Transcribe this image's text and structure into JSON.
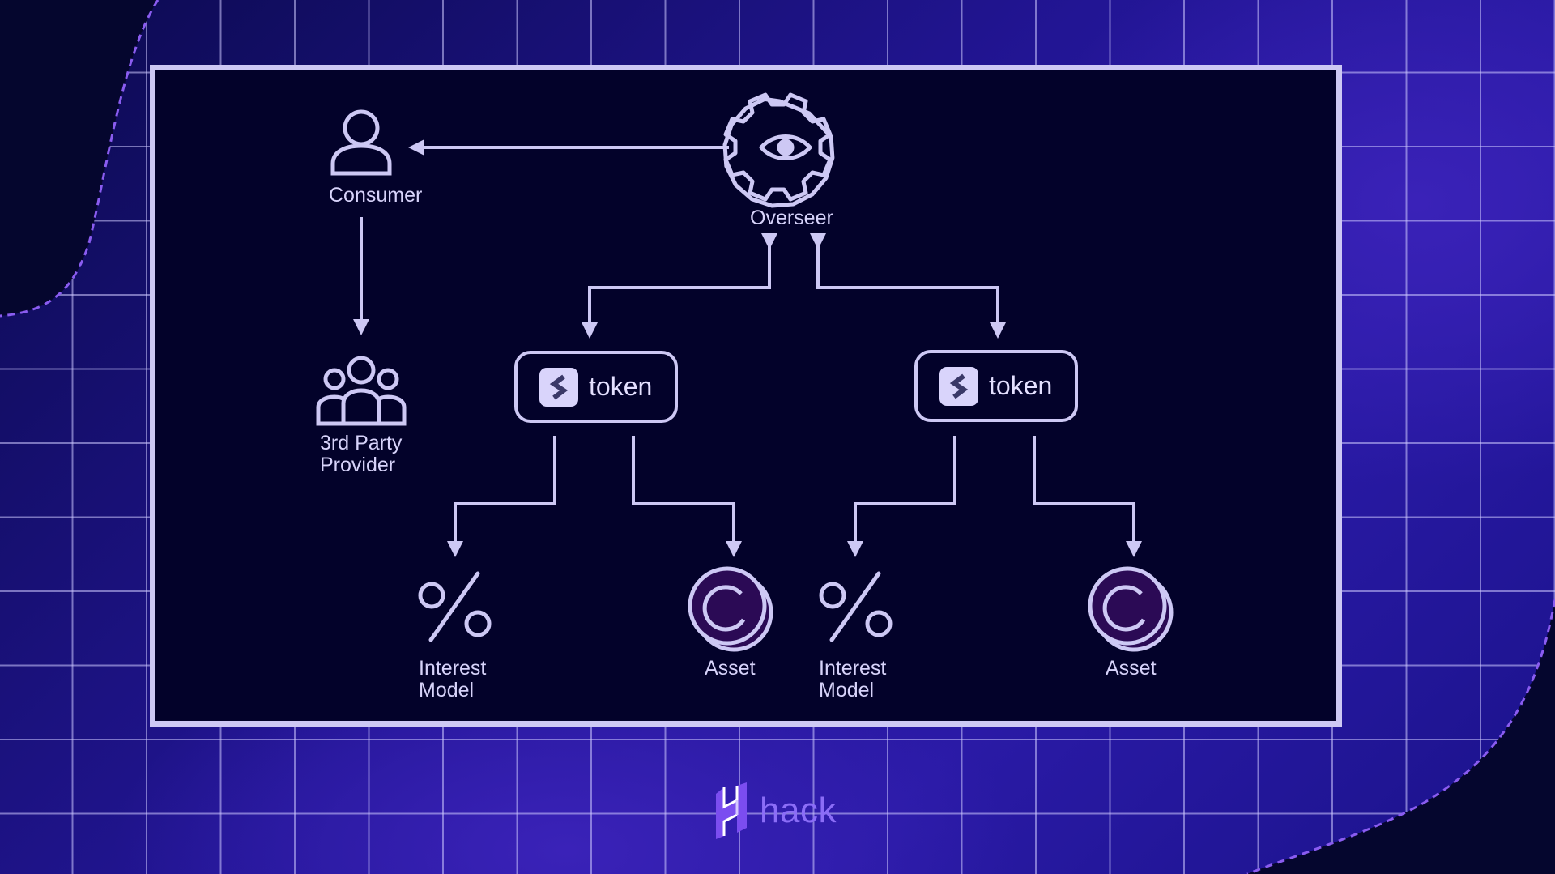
{
  "colors": {
    "line": "#cdc8f4",
    "panel_bg": "#03022a",
    "coin_fill": "#2b0a55",
    "logo_accent": "#8b6df7"
  },
  "nodes": {
    "consumer": {
      "label": "Consumer",
      "icon": "user-icon"
    },
    "overseer": {
      "label": "Overseer",
      "icon": "gear-eye-icon"
    },
    "third_party": {
      "label": "3rd Party\nProvider",
      "icon": "group-icon"
    },
    "token_left": {
      "label": "token",
      "icon": "token-logo-icon"
    },
    "token_right": {
      "label": "token",
      "icon": "token-logo-icon"
    },
    "interest_left": {
      "label": "Interest\nModel",
      "icon": "percent-icon"
    },
    "asset_left": {
      "label": "Asset",
      "icon": "coin-icon"
    },
    "interest_right": {
      "label": "Interest\nModel",
      "icon": "percent-icon"
    },
    "asset_right": {
      "label": "Asset",
      "icon": "coin-icon"
    }
  },
  "logo": {
    "text": "hack",
    "icon": "hack-logo-icon"
  }
}
